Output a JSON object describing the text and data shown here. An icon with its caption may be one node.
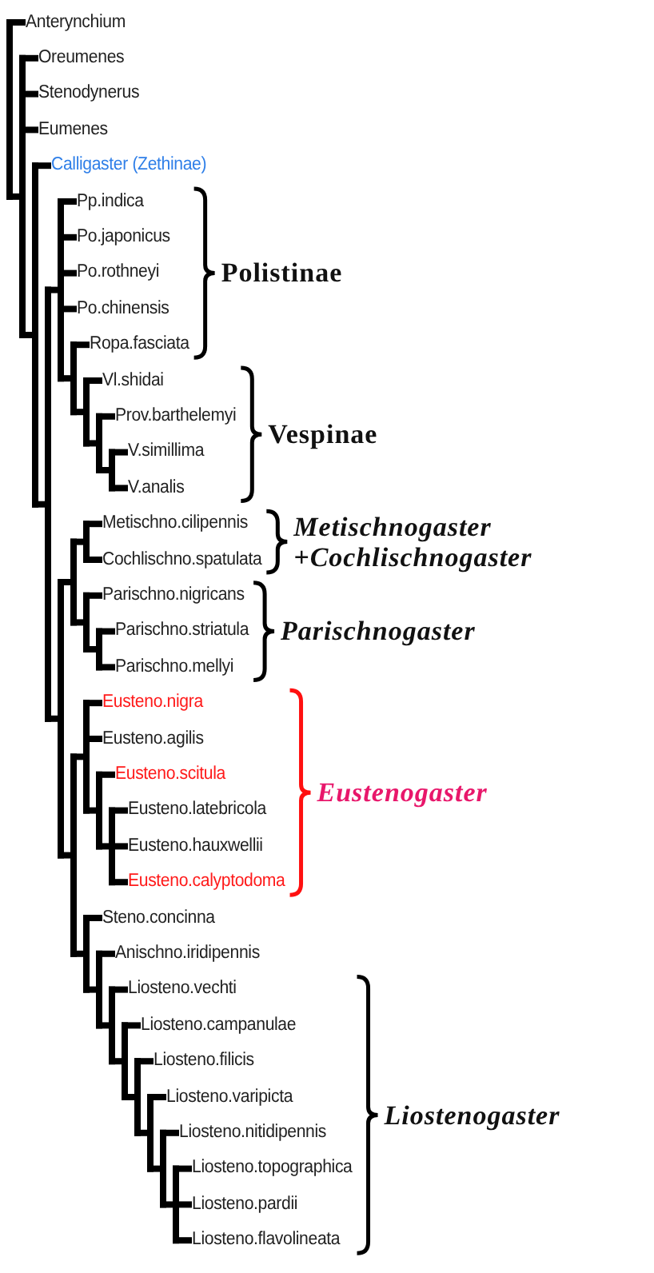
{
  "diagram": {
    "labels": [
      "Anterynchium",
      "Oreumenes",
      "Stenodynerus",
      "Eumenes",
      "Calligaster (Zethinae)",
      "Pp.indica",
      "Po.japonicus",
      "Po.rothneyi",
      "Polistinae",
      "Po.chinensis",
      "Ropa.fasciata",
      "Vl.shidai",
      "Prov.barthelemyi",
      "Vespinae",
      "V.simillima",
      "V.analis",
      "Metischno.cilipennis",
      "Metischnogaster +Cochlischnogaster",
      "Cochlischno.spatulata",
      "Parischno.nigricans",
      "Parischno.striatula",
      "Parischnogaster",
      "Parischno.mellyi",
      "Eusteno.nigra",
      "Eusteno.agilis",
      "Eusteno.scitula",
      "Eustenogaster",
      "Eusteno.latebricola",
      "Eusteno.hauxwellii",
      "Eusteno.calyptodoma",
      "Steno.concinna",
      "Anischno.iridipennis",
      "Liosteno.vechti",
      "Liosteno.campanulae",
      "Liosteno.filicis",
      "Liosteno.varipicta",
      "Liosteno.nitidipennis",
      "Liostenogaster",
      "Liosteno.topographica",
      "Liosteno.pardii",
      "Liosteno.flavolineata"
    ]
  }
}
